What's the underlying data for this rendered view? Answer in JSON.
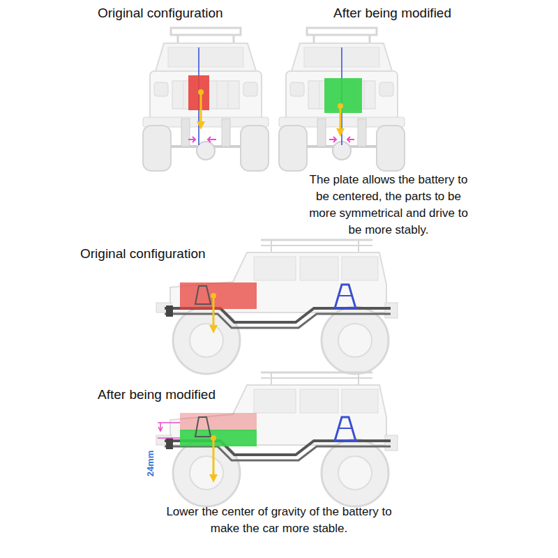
{
  "diagram": {
    "labels": [
      "Original configuration",
      "After being modified",
      "The plate allows the battery to be centered, the parts to be more symmetrical and drive to be more stably.",
      "Original configuration",
      "After being modified",
      "24mm",
      "Lower the center of gravity of the battery to make the car more stable."
    ]
  }
}
